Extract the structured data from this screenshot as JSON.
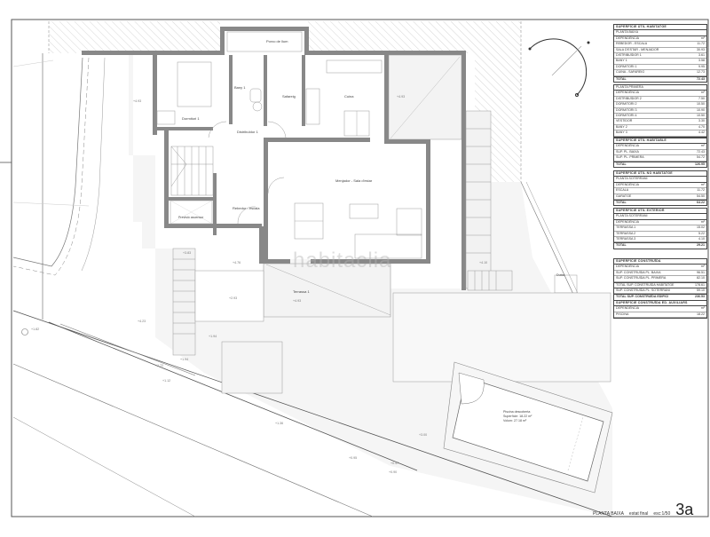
{
  "drawing": {
    "sheet_number": "3a",
    "sheet_title": "PLANTA BAIXA",
    "sheet_subtitle": "estat final",
    "scale": "esc:1/50",
    "watermark": "habitaclia"
  },
  "rooms": {
    "porch": "Porxo de llum",
    "bedroom1": "Dormitori 1",
    "bath1": "Bany 1",
    "laundry": "Safareig",
    "kitchen": "Cuina",
    "hall": "Distribuïdor 1",
    "living": "Menjador - Sala d'estar",
    "stair_landing": "Rebedor - escala",
    "lift": "Previsió ascensor",
    "terrace1": "Terrassa 1",
    "pool": "Piscina descoberta",
    "pool_area": "Superfície: 18.22 m²",
    "pool_volume": "Volum: 27.18 m³",
    "shed": "Dutxa"
  },
  "levels": [
    "+4.93",
    "+4.93",
    "+4.76",
    "+2.93",
    "+1.94",
    "+1.94",
    "+1.78",
    "+1.72",
    "+1.92",
    "+4.23",
    "+3.10",
    "+3.00",
    "+1.95",
    "+0.90",
    "+0.47",
    "+3.00",
    "+4.10"
  ],
  "tables": [
    {
      "title": "SUPERFÍCIE ÚTIL HABITATGE",
      "subtitle": "PLANTA BAIXA",
      "header": [
        "DEPENDÈNCIA",
        "m²"
      ],
      "rows": [
        [
          "REBEDOR - ESCALA",
          "11.72"
        ],
        [
          "SALA D'ESTAR - MENJADOR",
          "30.93"
        ],
        [
          "DISTRIBUÏDOR 1",
          "3.61"
        ],
        [
          "BANY 1",
          "3.58"
        ],
        [
          "DORMITORI 1",
          "9.95"
        ],
        [
          "CUINA - SAFAREIG",
          "12.73"
        ]
      ],
      "total": [
        "TOTAL",
        "72.43"
      ]
    },
    {
      "title": "",
      "subtitle": "PLANTA PRIMERA",
      "header": [
        "DEPENDÈNCIA",
        "m²"
      ],
      "rows": [
        [
          "DISTRIBUÏDOR 2",
          "7.50"
        ],
        [
          "DORMITORI 2",
          "10.50"
        ],
        [
          "DORMITORI 3",
          "10.90"
        ],
        [
          "DORMITORI 4",
          "10.50"
        ],
        [
          "VESTIDOR",
          "3.30"
        ],
        [
          "BANY 2",
          "4.70"
        ],
        [
          "BANY 3",
          "4.42"
        ]
      ],
      "total": [
        "TOTAL",
        "54.72"
      ]
    },
    {
      "title": "SUPERFÍCIE ÚTIL HABITABLE",
      "subtitle": "",
      "header": [
        "DEPENDÈNCIA",
        "m²"
      ],
      "rows": [
        [
          "SUP. PL. BAIXA",
          "72.43"
        ],
        [
          "SUP. PL. PRIMERA",
          "54.72"
        ]
      ],
      "total": [
        "TOTAL",
        "126.95"
      ]
    },
    {
      "title": "SUPERFÍCIE ÚTIL NO HABITATGE",
      "subtitle": "PLANTA SOTERRANI",
      "header": [
        "DEPENDÈNCIA",
        "m²"
      ],
      "rows": [
        [
          "ESCALA",
          "11.72"
        ],
        [
          "GARATGE",
          "54.50"
        ]
      ],
      "total": [
        "TOTAL",
        "64.22"
      ]
    },
    {
      "title": "SUPERFÍCIE ÚTIL EXTERIOR",
      "subtitle": "PLANTA SOTERRANI",
      "header": [
        "DEPENDÈNCIA",
        "m²"
      ],
      "rows": [
        [
          "TERRASSA 1",
          "15.02"
        ],
        [
          "TERRASSA 2",
          "5.22"
        ],
        [
          "TERRASSA 3",
          "4.10"
        ]
      ],
      "total": [
        "TOTAL",
        "29.21"
      ]
    },
    {
      "title": "SUPERFÍCIE CONSTRUÏDA",
      "subtitle": "",
      "header": [
        "DEPENDÈNCIA",
        "m²"
      ],
      "rows": [
        [
          "SUP. CONSTRUÏDA PL. BAIXA",
          "96.51"
        ],
        [
          "SUP. CONSTRUÏDA PL. PRIMERA",
          "82.10"
        ]
      ],
      "strong_row": [
        "TOTAL SUP. CONSTRUÏDA HABITATGE",
        "178.61"
      ],
      "rows2": [
        [
          "SUP. CONSTRUÏDA PL. SOTERRANI",
          "59.10"
        ]
      ],
      "total": [
        "TOTAL SUP. CONSTRUÏDA EDIFICI",
        "236.53"
      ]
    },
    {
      "title": "SUPERFÍCIE CONSTRUÏDA ED. AUXILIARS",
      "subtitle": "",
      "header": [
        "DEPENDÈNCIA",
        "m²"
      ],
      "rows": [
        [
          "PISCINA",
          "18.22"
        ]
      ],
      "total": null
    }
  ]
}
